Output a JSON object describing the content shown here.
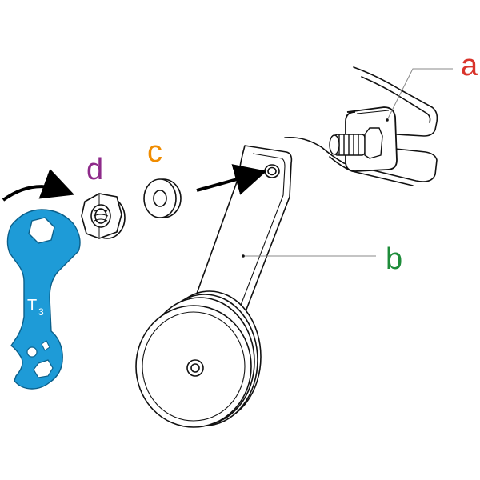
{
  "labels": {
    "a": {
      "text": "a",
      "color": "#d9342b"
    },
    "b": {
      "text": "b",
      "color": "#1e8c3a"
    },
    "c": {
      "text": "c",
      "color": "#f08c00"
    },
    "d": {
      "text": "d",
      "color": "#8e2a8a"
    }
  },
  "wrench": {
    "marking": "T",
    "marking_sub": "3",
    "color": "#1e9bd7"
  },
  "parts": {
    "a": "bolt-and-bracket",
    "b": "training-wheel-arm",
    "c": "washer",
    "d": "flange-nut"
  },
  "icons": [
    "curved-rotate-arrow-icon",
    "direction-arrow-icon"
  ]
}
